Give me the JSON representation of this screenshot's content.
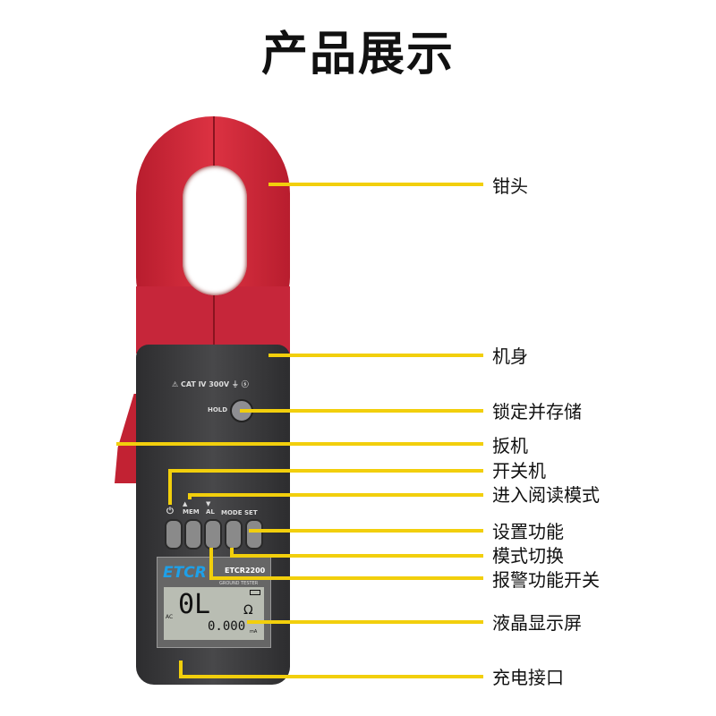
{
  "title": "产品展示",
  "device": {
    "warning": "CAT Ⅳ 300V",
    "hold_label": "HOLD",
    "buttons": [
      "MEM",
      "AL",
      "MODE",
      "SET"
    ],
    "brand": "ETCR",
    "model": "ETCR2200",
    "subtitle": "GROUND TESTER",
    "lcd_main": "0L",
    "lcd_unit": "Ω",
    "lcd_ac": "AC",
    "lcd_sub": "0.000",
    "lcd_sub_unit": "mA"
  },
  "labels": [
    "钳头",
    "机身",
    "锁定并存储",
    "扳机",
    "开关机",
    "进入阅读模式",
    "设置功能",
    "模式切换",
    "报警功能开关",
    "液晶显示屏",
    "充电接口"
  ],
  "colors": {
    "leader": "#f2cf0c",
    "clamp": "#d0283a",
    "body": "#3a3a3c"
  }
}
